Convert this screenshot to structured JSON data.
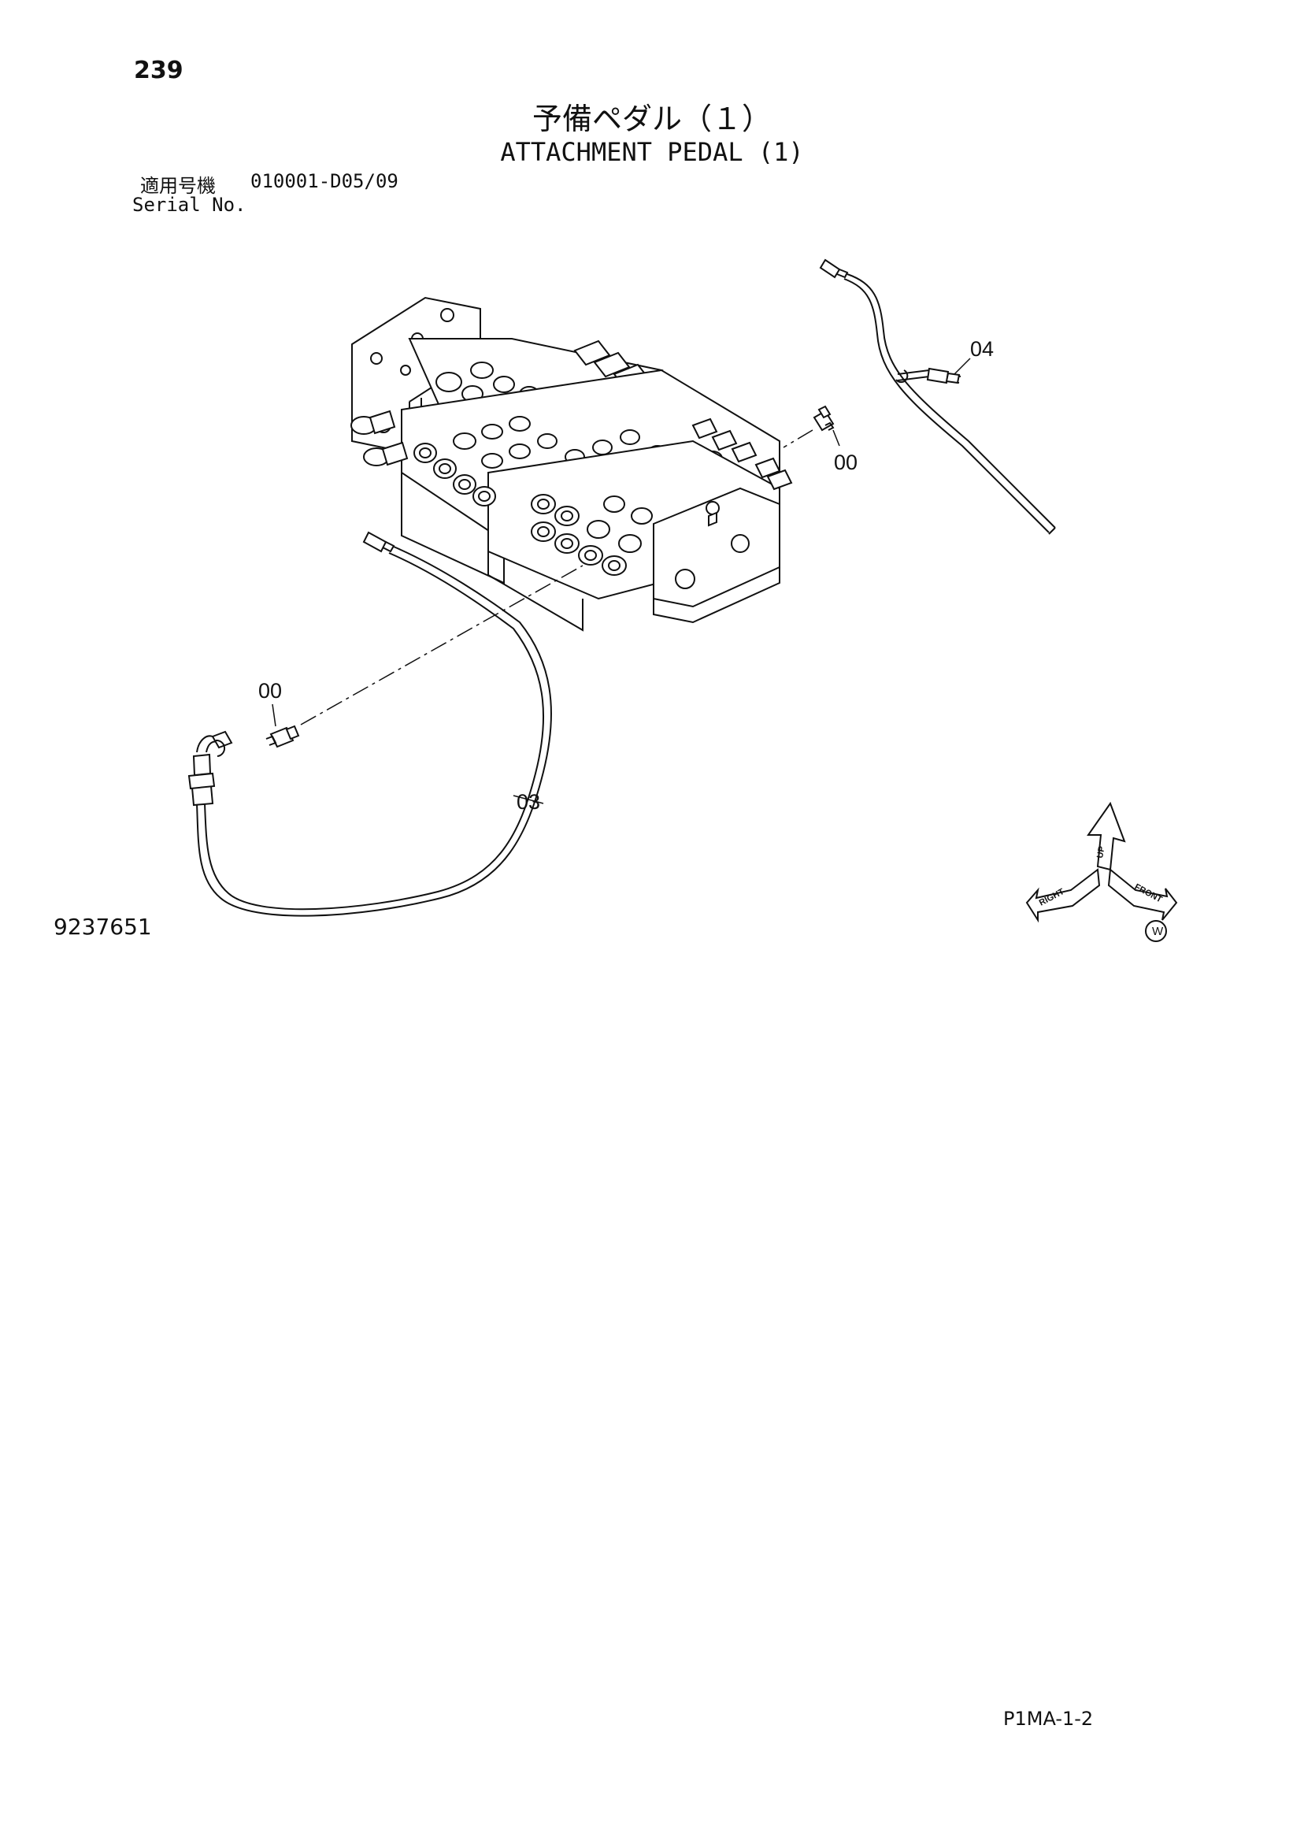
{
  "page": {
    "number": "239",
    "title_ja": "予備ペダル（１）",
    "title_en": "ATTACHMENT PEDAL (1)",
    "serial_label_ja": "適用号機",
    "serial_value": "010001-D05/09",
    "serial_label_en": "Serial No.",
    "drawing_ref": "9237651",
    "page_code": "P1MA-1-2"
  },
  "callouts": [
    {
      "label": "04"
    },
    {
      "label": "00"
    },
    {
      "label": "00"
    },
    {
      "label": "03"
    }
  ],
  "orientation_mark": {
    "left_label": "RIGHT",
    "right_label": "FRONT",
    "top_label": "UP",
    "circle_label": "W"
  }
}
